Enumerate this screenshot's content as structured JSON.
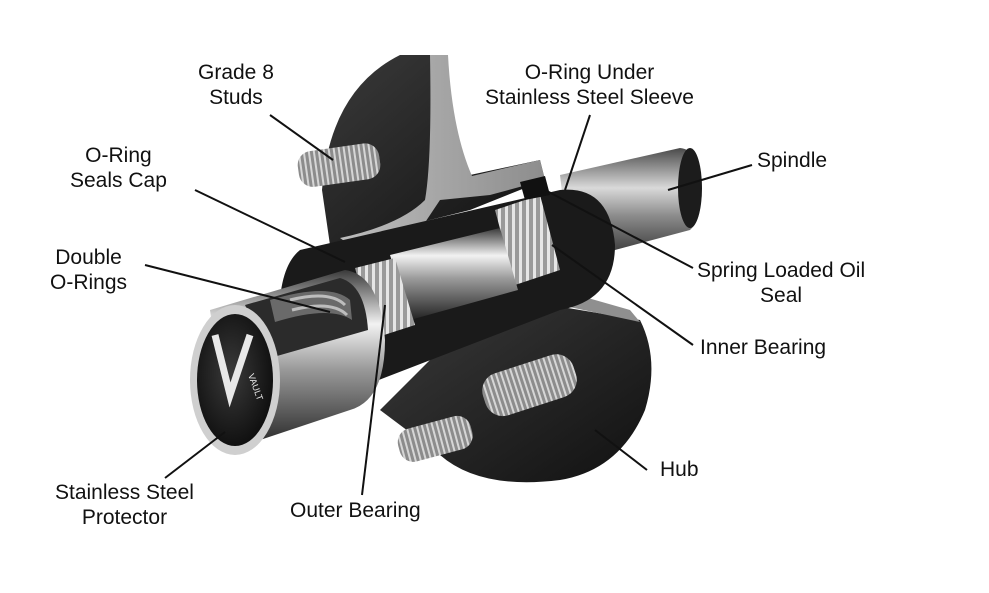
{
  "labels": {
    "grade8": [
      "Grade 8",
      "Studs"
    ],
    "oring_sleeve": [
      "O-Ring Under",
      "Stainless Steel Sleeve"
    ],
    "oring_cap": [
      "O-Ring",
      "Seals Cap"
    ],
    "spindle": [
      "Spindle"
    ],
    "double_orings": [
      "Double",
      "O-Rings"
    ],
    "spring_seal": [
      "Spring Loaded Oil",
      "Seal"
    ],
    "inner_bearing": [
      "Inner Bearing"
    ],
    "hub": [
      "Hub"
    ],
    "protector": [
      "Stainless Steel",
      "Protector"
    ],
    "outer_bearing": [
      "Outer Bearing"
    ]
  },
  "logo_text": "VAULT",
  "colors": {
    "metal_dark": "#1f1f1f",
    "metal_mid": "#6e6e6e",
    "metal_light": "#d8d8d8",
    "chrome": "#efefef"
  }
}
